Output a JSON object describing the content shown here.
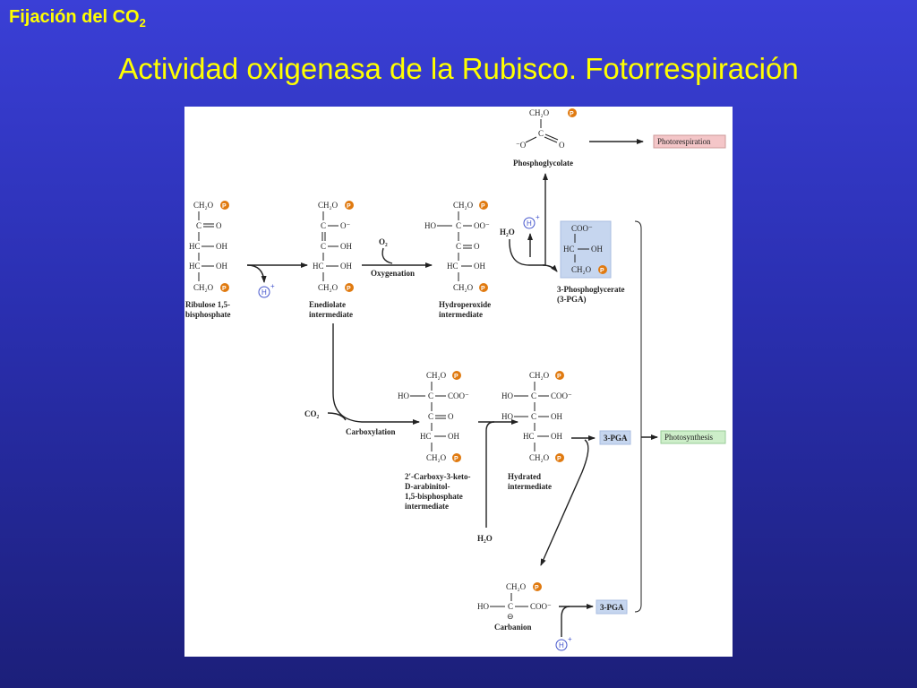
{
  "header": {
    "section_title": "Fijación del CO",
    "section_sub": "2"
  },
  "title": "Actividad oxigenasa de la Rubisco. Fotorrespiración",
  "figure": {
    "ch2o": "CH₂O",
    "p_symbol": "P",
    "h_symbol": "H",
    "plus": "+",
    "groups": {
      "co": "C",
      "o_double": "O",
      "o_minus": "O⁻",
      "oh": "OH",
      "hc": "HC",
      "ho": "HO",
      "c_ox": "C",
      "coo": "COO⁻",
      "oo": "OO⁻",
      "o_minus_left": "⁻O",
      "o": "O",
      "c_o_minus": "C —O⁻",
      "minus": "⊖"
    },
    "labels": {
      "phosphoglycolate": "Phosphoglycolate",
      "photorespiration": "Photorespiration",
      "ribulose_1": "Ribulose 1,5-",
      "ribulose_2": "bisphosphate",
      "enediolate_1": "Enediolate",
      "enediolate_2": "intermediate",
      "hydroperoxide_1": "Hydroperoxide",
      "hydroperoxide_2": "intermediate",
      "pga_1": "3-Phosphoglycerate",
      "pga_2": "(3-PGA)",
      "o2": "O₂",
      "oxygenation": "Oxygenation",
      "h2o": "H₂O",
      "co2": "CO₂",
      "carboxylation": "Carboxylation",
      "carboxy_1": "2′-Carboxy-3-keto-",
      "carboxy_2": "D-arabinitol-",
      "carboxy_3": "1,5-bisphosphate",
      "carboxy_4": "intermediate",
      "hydrated_1": "Hydrated",
      "hydrated_2": "intermediate",
      "pga_box": "3-PGA",
      "photosynthesis": "Photosynthesis",
      "carbanion": "Carbanion"
    }
  }
}
